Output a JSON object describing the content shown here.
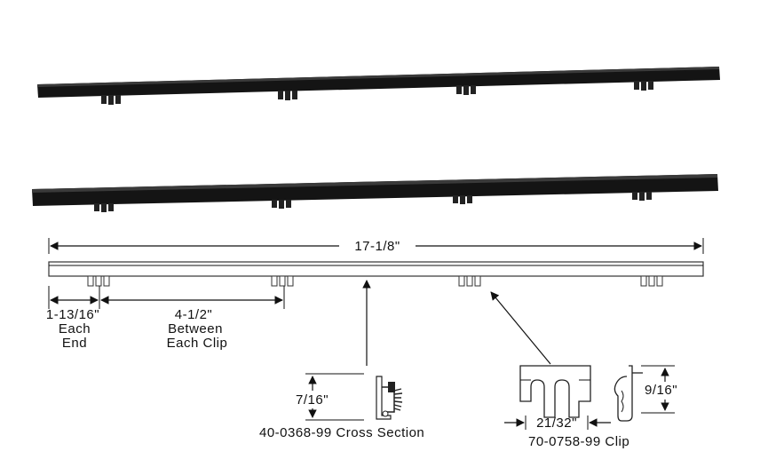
{
  "diagram": {
    "overall_length": "17-1/8\"",
    "end_spacing": {
      "value": "1-13/16\"",
      "note_line1": "Each",
      "note_line2": "End"
    },
    "clip_spacing": {
      "value": "4-1/2\"",
      "note_line1": "Between",
      "note_line2": "Each Clip"
    },
    "cross_section": {
      "height": "7/16\"",
      "caption": "40-0368-99  Cross  Section"
    },
    "clip": {
      "width": "21/32\"",
      "height": "9/16\"",
      "caption": "70-0758-99  Clip"
    },
    "colors": {
      "strip": "#141414",
      "ink": "#111111",
      "outline": "#333333"
    }
  }
}
